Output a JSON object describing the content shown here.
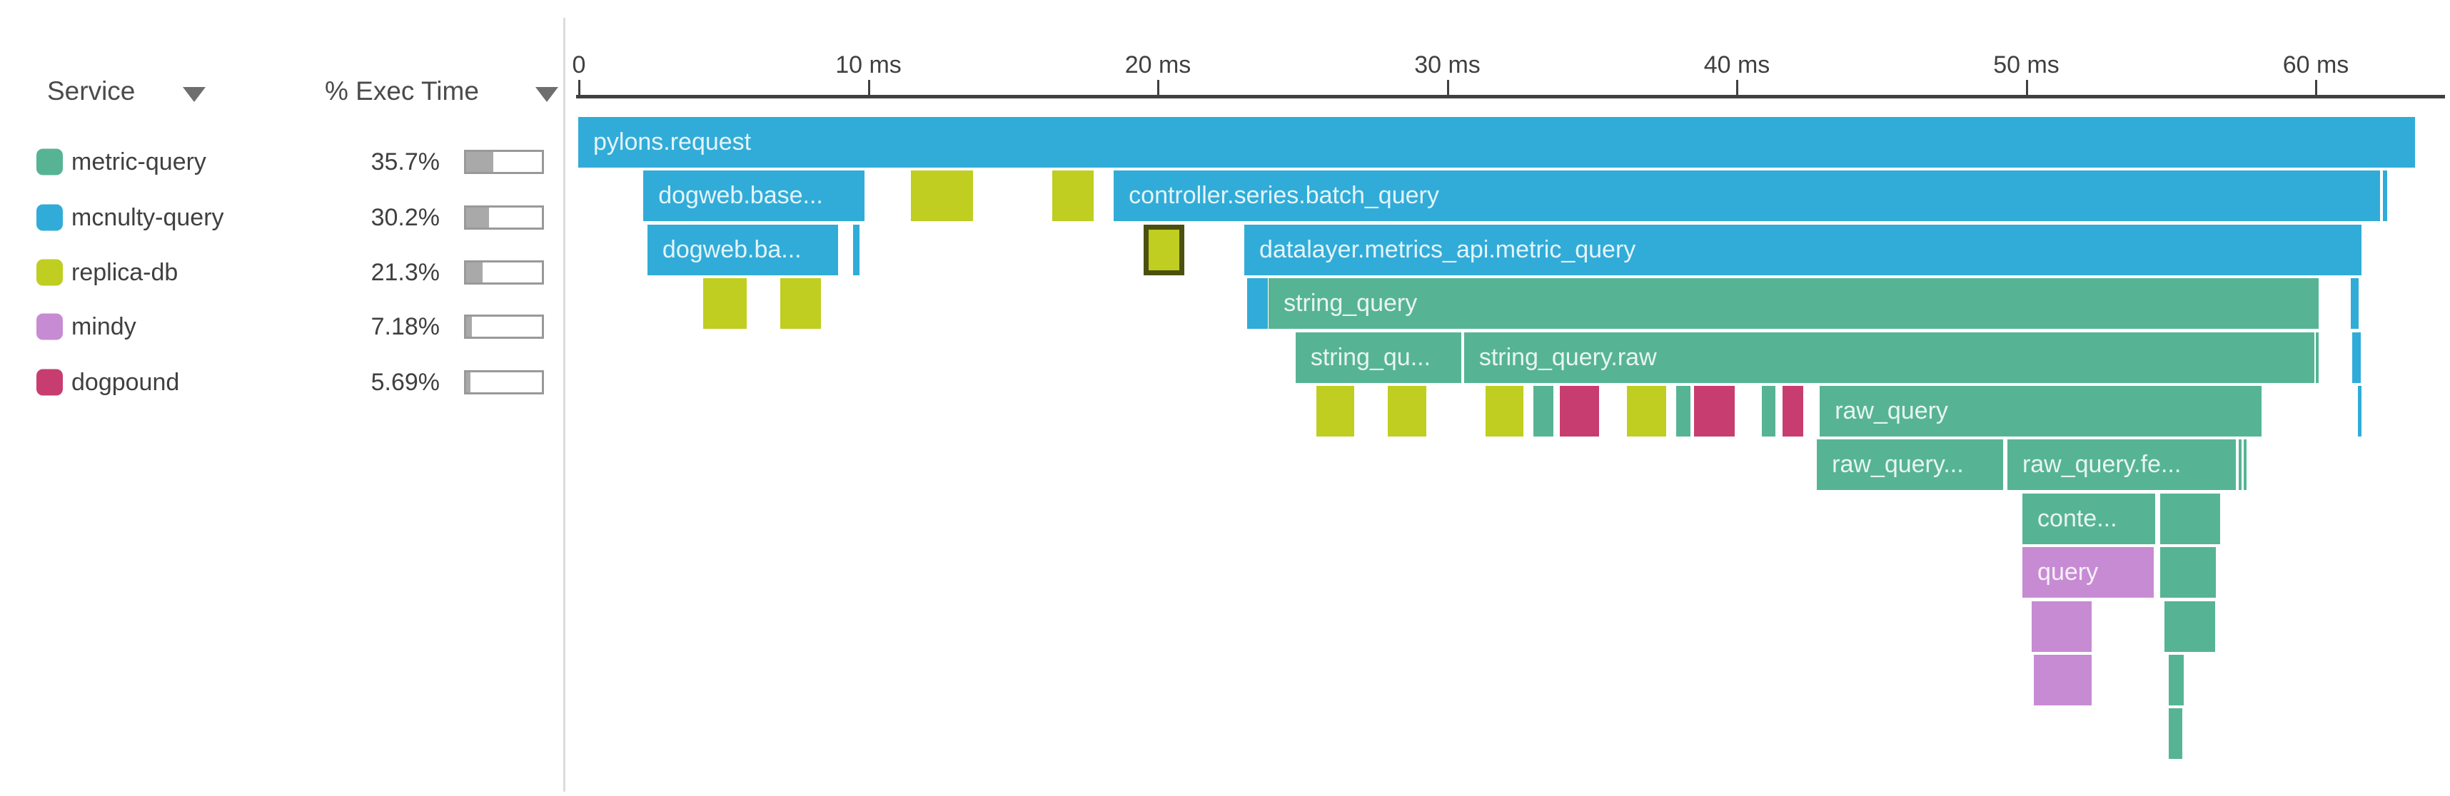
{
  "sidebar": {
    "headers": {
      "service": "Service",
      "exec_time": "% Exec Time"
    },
    "services": [
      {
        "name": "metric-query",
        "pct_label": "35.7%",
        "pct": 35.7,
        "color_key": "teal"
      },
      {
        "name": "mcnulty-query",
        "pct_label": "30.2%",
        "pct": 30.2,
        "color_key": "blue"
      },
      {
        "name": "replica-db",
        "pct_label": "21.3%",
        "pct": 21.3,
        "color_key": "yellow"
      },
      {
        "name": "mindy",
        "pct_label": "7.18%",
        "pct": 7.18,
        "color_key": "purple"
      },
      {
        "name": "dogpound",
        "pct_label": "5.69%",
        "pct": 5.69,
        "color_key": "pink"
      }
    ]
  },
  "colors": {
    "teal": "#56B494",
    "blue": "#31ACD8",
    "yellow": "#BFCE20",
    "purple": "#C78BD3",
    "pink": "#C83D6F",
    "highlight_border": "#4B500E",
    "axis_text": "#404040",
    "bar_fill": "#A9A9A9",
    "bar_border": "#999999"
  },
  "chart_data": {
    "type": "flamegraph",
    "time_unit": "ms",
    "x_range_ms": [
      0,
      64.5
    ],
    "axis_ticks": [
      {
        "ms": 0,
        "label": "0"
      },
      {
        "ms": 10,
        "label": "10 ms"
      },
      {
        "ms": 20,
        "label": "20 ms"
      },
      {
        "ms": 30,
        "label": "30 ms"
      },
      {
        "ms": 40,
        "label": "40 ms"
      },
      {
        "ms": 50,
        "label": "50 ms"
      },
      {
        "ms": 60,
        "label": "60 ms"
      }
    ],
    "spans": [
      {
        "row": 1,
        "service": "mcnulty-query",
        "label": "pylons.request",
        "start_ms": 0.0,
        "end_ms": 63.45
      },
      {
        "row": 2,
        "service": "mcnulty-query",
        "label": "dogweb.base...",
        "start_ms": 2.25,
        "end_ms": 9.9
      },
      {
        "row": 2,
        "service": "replica-db",
        "label": "",
        "start_ms": 11.5,
        "end_ms": 13.65
      },
      {
        "row": 2,
        "service": "replica-db",
        "label": "",
        "start_ms": 16.37,
        "end_ms": 17.8
      },
      {
        "row": 2,
        "service": "mcnulty-query",
        "label": "controller.series.batch_query",
        "start_ms": 18.5,
        "end_ms": 62.24
      },
      {
        "row": 2,
        "service": "mcnulty-query",
        "label": "",
        "start_ms": 62.34,
        "end_ms": 62.49
      },
      {
        "row": 3,
        "service": "mcnulty-query",
        "label": "dogweb.ba...",
        "start_ms": 2.39,
        "end_ms": 8.98
      },
      {
        "row": 3,
        "service": "mcnulty-query",
        "label": "",
        "start_ms": 9.5,
        "end_ms": 9.72
      },
      {
        "row": 3,
        "service": "replica-db",
        "label": "",
        "highlighted": true,
        "start_ms": 19.53,
        "end_ms": 20.94
      },
      {
        "row": 3,
        "service": "mcnulty-query",
        "label": "datalayer.metrics_api.metric_query",
        "start_ms": 23.01,
        "end_ms": 61.6
      },
      {
        "row": 4,
        "service": "replica-db",
        "label": "",
        "start_ms": 4.32,
        "end_ms": 5.82
      },
      {
        "row": 4,
        "service": "replica-db",
        "label": "",
        "start_ms": 6.98,
        "end_ms": 8.38
      },
      {
        "row": 4,
        "service": "mcnulty-query",
        "label": "",
        "start_ms": 23.11,
        "end_ms": 23.82
      },
      {
        "row": 4,
        "service": "metric-query",
        "label": "string_query",
        "start_ms": 23.85,
        "end_ms": 60.12
      },
      {
        "row": 4,
        "service": "mcnulty-query",
        "label": "",
        "start_ms": 61.23,
        "end_ms": 61.5
      },
      {
        "row": 5,
        "service": "metric-query",
        "label": "string_qu...",
        "start_ms": 24.78,
        "end_ms": 30.5
      },
      {
        "row": 5,
        "service": "metric-query",
        "label": "string_query.raw",
        "start_ms": 30.6,
        "end_ms": 59.98
      },
      {
        "row": 5,
        "service": "metric-query",
        "label": "",
        "start_ms": 60.02,
        "end_ms": 60.12
      },
      {
        "row": 5,
        "service": "mcnulty-query",
        "label": "",
        "start_ms": 61.28,
        "end_ms": 61.58
      },
      {
        "row": 6,
        "service": "replica-db",
        "label": "",
        "start_ms": 25.5,
        "end_ms": 26.81
      },
      {
        "row": 6,
        "service": "replica-db",
        "label": "",
        "start_ms": 27.97,
        "end_ms": 29.3
      },
      {
        "row": 6,
        "service": "replica-db",
        "label": "",
        "start_ms": 31.34,
        "end_ms": 32.65
      },
      {
        "row": 6,
        "service": "metric-query",
        "label": "",
        "start_ms": 33.0,
        "end_ms": 33.69
      },
      {
        "row": 6,
        "service": "dogpound",
        "label": "",
        "start_ms": 33.91,
        "end_ms": 35.26
      },
      {
        "row": 6,
        "service": "replica-db",
        "label": "",
        "start_ms": 36.23,
        "end_ms": 37.58
      },
      {
        "row": 6,
        "service": "metric-query",
        "label": "",
        "start_ms": 37.93,
        "end_ms": 38.42
      },
      {
        "row": 6,
        "service": "dogpound",
        "label": "",
        "start_ms": 38.54,
        "end_ms": 39.95
      },
      {
        "row": 6,
        "service": "metric-query",
        "label": "",
        "start_ms": 40.89,
        "end_ms": 41.36
      },
      {
        "row": 6,
        "service": "dogpound",
        "label": "",
        "start_ms": 41.6,
        "end_ms": 42.32
      },
      {
        "row": 6,
        "service": "metric-query",
        "label": "raw_query",
        "start_ms": 42.89,
        "end_ms": 58.15
      },
      {
        "row": 6,
        "service": "mcnulty-query",
        "label": "",
        "start_ms": 61.48,
        "end_ms": 61.6
      },
      {
        "row": 7,
        "service": "metric-query",
        "label": "raw_query...",
        "start_ms": 42.79,
        "end_ms": 49.22
      },
      {
        "row": 7,
        "service": "metric-query",
        "label": "raw_query.fe...",
        "start_ms": 49.37,
        "end_ms": 57.26
      },
      {
        "row": 7,
        "service": "metric-query",
        "label": "",
        "start_ms": 57.36,
        "end_ms": 57.46
      },
      {
        "row": 7,
        "service": "metric-query",
        "label": "",
        "start_ms": 57.53,
        "end_ms": 57.6
      },
      {
        "row": 8,
        "service": "metric-query",
        "label": "conte...",
        "start_ms": 49.89,
        "end_ms": 54.48
      },
      {
        "row": 8,
        "service": "metric-query",
        "label": "",
        "start_ms": 54.65,
        "end_ms": 56.72
      },
      {
        "row": 9,
        "service": "mindy",
        "label": "query",
        "start_ms": 49.89,
        "end_ms": 54.43
      },
      {
        "row": 9,
        "service": "metric-query",
        "label": "",
        "start_ms": 54.65,
        "end_ms": 56.57
      },
      {
        "row": 10,
        "service": "mindy",
        "label": "",
        "start_ms": 50.21,
        "end_ms": 52.28
      },
      {
        "row": 10,
        "service": "metric-query",
        "label": "",
        "start_ms": 54.8,
        "end_ms": 56.55
      },
      {
        "row": 11,
        "service": "mindy",
        "label": "",
        "start_ms": 50.28,
        "end_ms": 52.28
      },
      {
        "row": 11,
        "service": "metric-query",
        "label": "",
        "start_ms": 54.94,
        "end_ms": 55.46
      },
      {
        "row": 12,
        "service": "metric-query",
        "label": "",
        "start_ms": 54.94,
        "end_ms": 55.42
      }
    ]
  }
}
